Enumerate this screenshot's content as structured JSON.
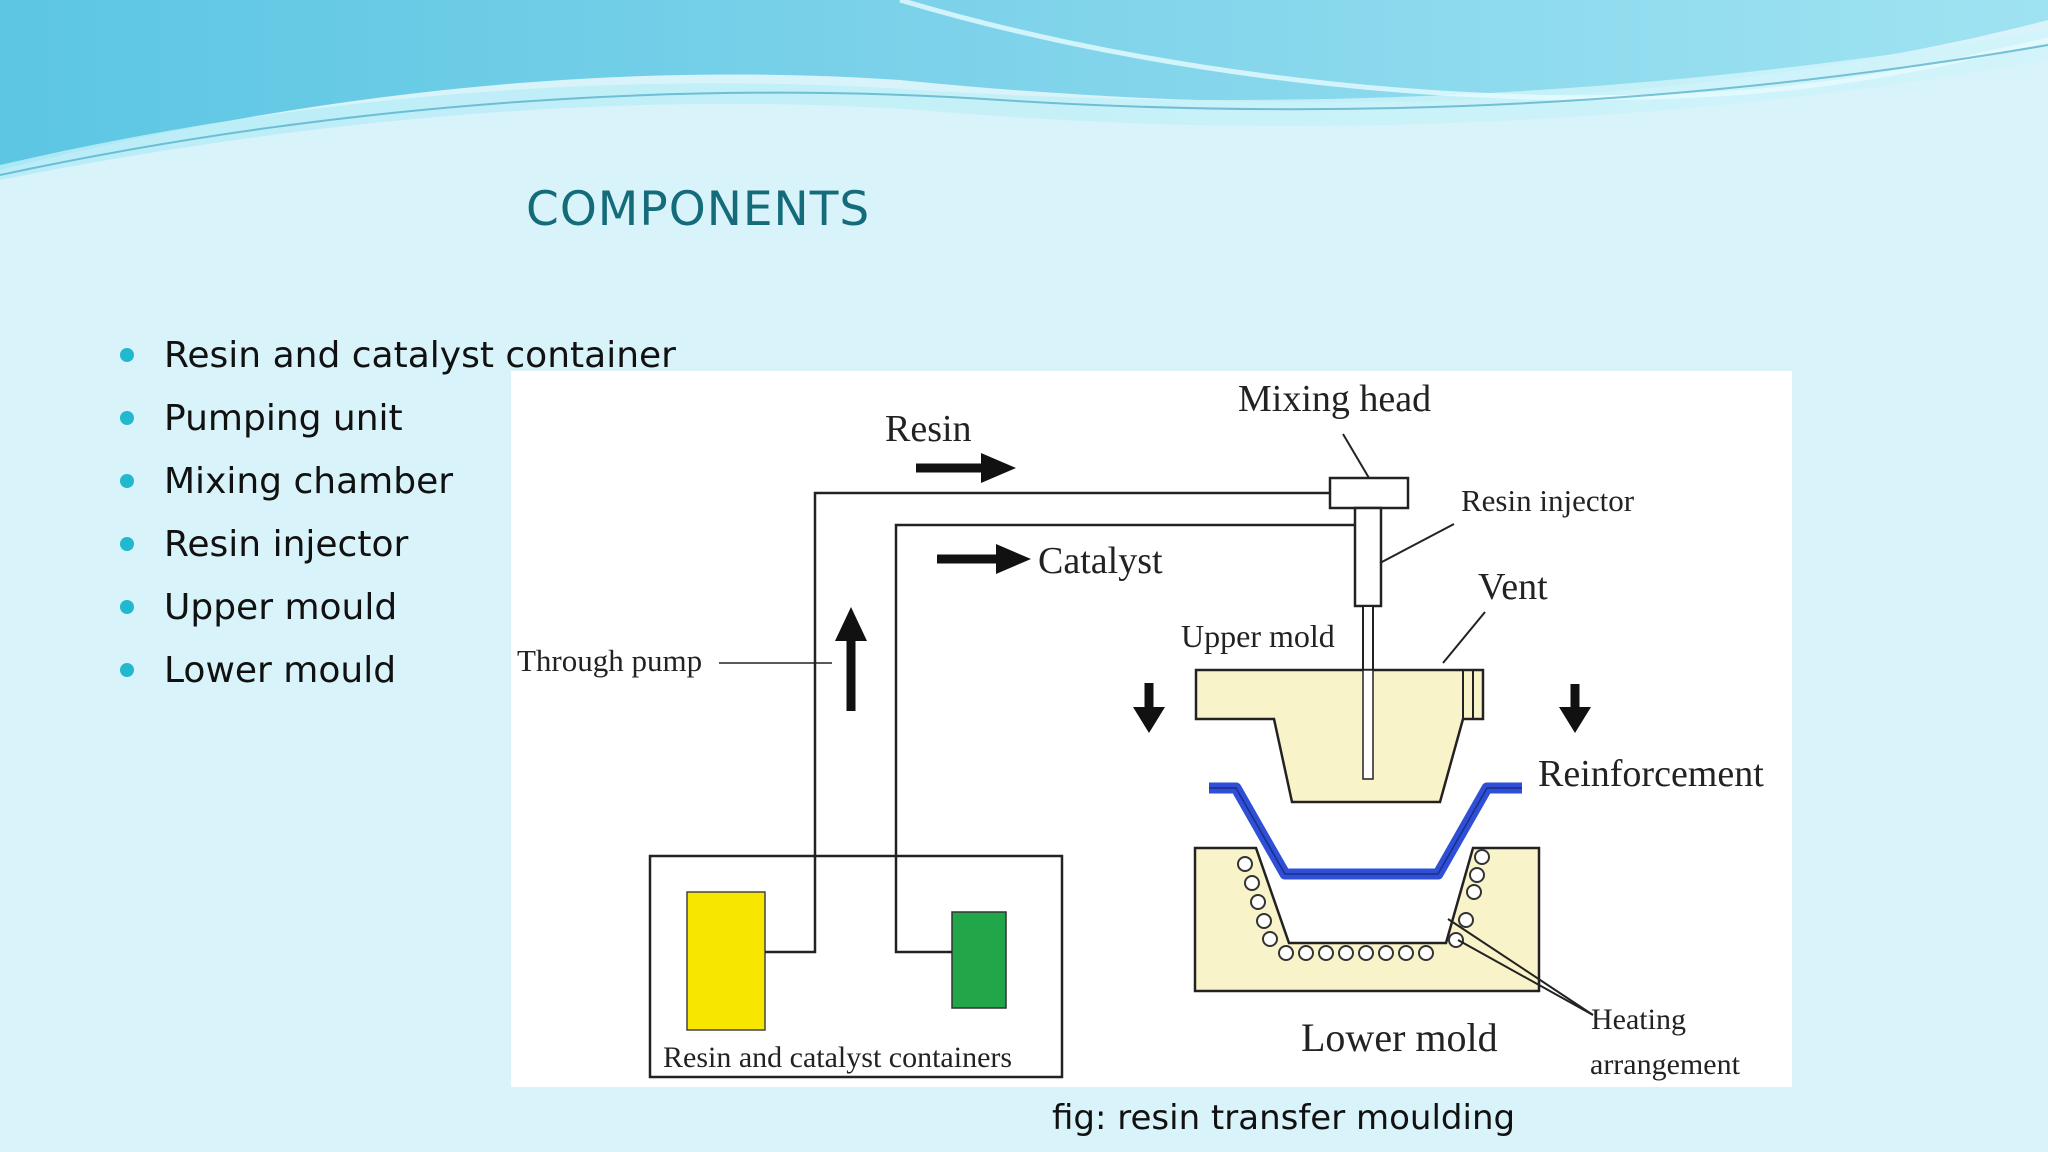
{
  "slide": {
    "title": "COMPONENTS",
    "bullets": [
      "Resin and catalyst container",
      "Pumping unit",
      "Mixing chamber",
      "Resin injector",
      "Upper mould",
      "Lower mould"
    ],
    "caption": "fig: resin transfer moulding"
  },
  "diagram": {
    "labels": {
      "mixing_head": "Mixing head",
      "resin": "Resin",
      "resin_injector": "Resin injector",
      "catalyst": "Catalyst",
      "vent": "Vent",
      "upper_mold": "Upper mold",
      "through_pump": "Through pump",
      "reinforcement": "Reinforcement",
      "containers": "Resin and catalyst containers",
      "lower_mold": "Lower mold",
      "heating_line1": "Heating",
      "heating_line2": "arrangement"
    }
  },
  "colors": {
    "background": "#d8f3f9",
    "title": "#146b7a",
    "bullet": "#22b8cf",
    "resin_container": "#f7e600",
    "catalyst_container": "#22a64a",
    "mold_fill": "#f8f3c8",
    "reinforcement": "#2e4fd6"
  }
}
